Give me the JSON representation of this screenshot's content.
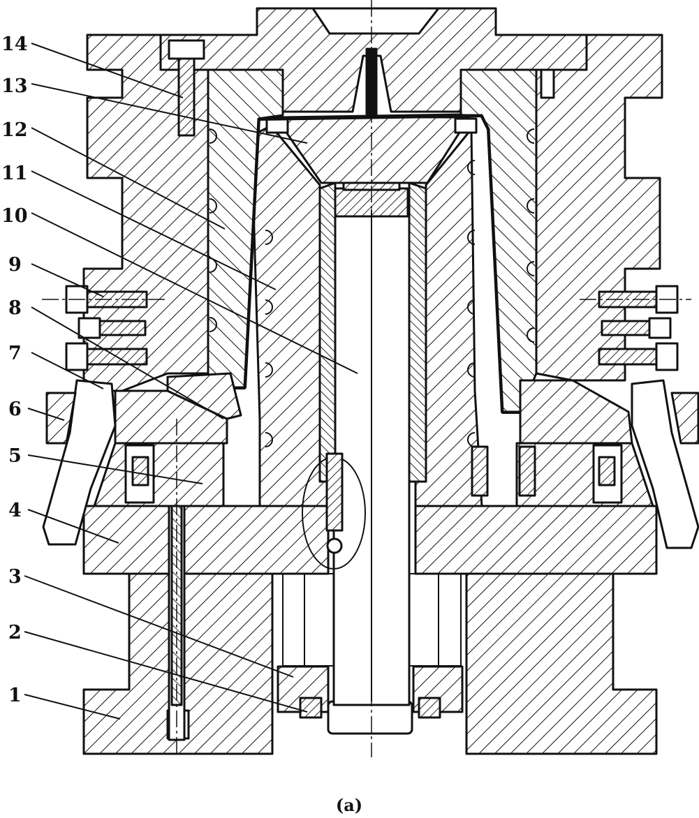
{
  "figure": {
    "caption": "(a)",
    "callouts": [
      "14",
      "13",
      "12",
      "11",
      "10",
      "9",
      "8",
      "7",
      "6",
      "5",
      "4",
      "3",
      "2",
      "1"
    ]
  },
  "colors": {
    "ink": "#111111",
    "paper": "#ffffff"
  }
}
